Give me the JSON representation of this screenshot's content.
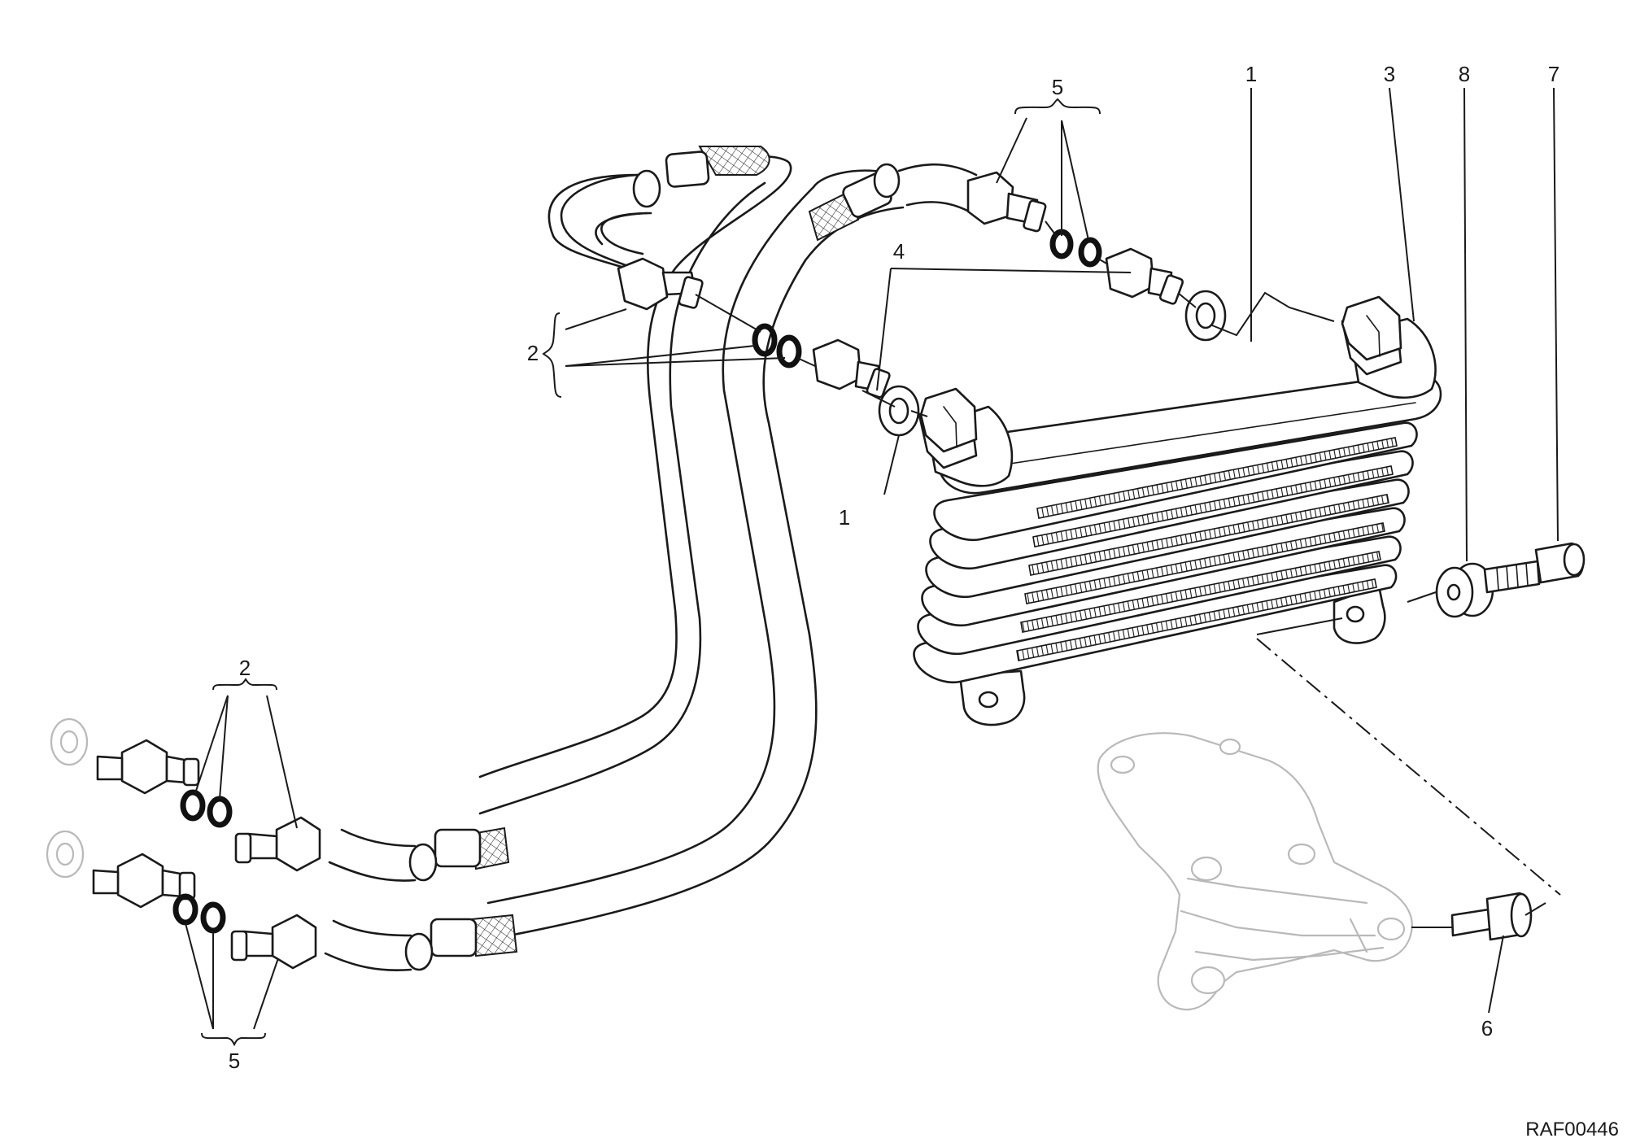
{
  "diagram": {
    "drawing_code": "RAF00446",
    "callouts": [
      {
        "id": "callout-1-top",
        "label": "1"
      },
      {
        "id": "callout-1-mid",
        "label": "1"
      },
      {
        "id": "callout-2-left",
        "label": "2"
      },
      {
        "id": "callout-2-bottom",
        "label": "2"
      },
      {
        "id": "callout-3",
        "label": "3"
      },
      {
        "id": "callout-4",
        "label": "4"
      },
      {
        "id": "callout-5-top",
        "label": "5"
      },
      {
        "id": "callout-5-bottom",
        "label": "5"
      },
      {
        "id": "callout-6",
        "label": "6"
      },
      {
        "id": "callout-7",
        "label": "7"
      },
      {
        "id": "callout-8",
        "label": "8"
      }
    ]
  }
}
